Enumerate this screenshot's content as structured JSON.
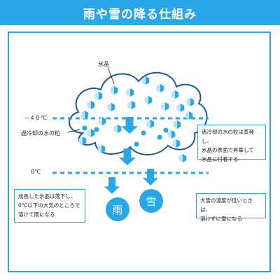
{
  "header": {
    "title": "雨や雪の降る仕組み"
  },
  "labels": {
    "ice_crystal": "氷晶",
    "minus40": "－４０℃",
    "supercooled": "過冷却の水の粒",
    "zero": "0℃"
  },
  "notes": {
    "right_top": [
      "過冷却の水の粒は蒸発し、",
      "氷晶の表面で昇華して",
      "氷晶に付着する"
    ],
    "left_bottom": [
      "成長した氷晶は落下し、",
      "0℃以下の大気のところで",
      "溶けて雨になる"
    ],
    "right_bottom": [
      "大雪の温度が低いときは、",
      "溶けずに雪になる"
    ]
  },
  "bubbles": {
    "rain": "雨",
    "snow": "雪"
  },
  "colors": {
    "accent": "#29a6e6",
    "dark": "#1b5b8f"
  }
}
